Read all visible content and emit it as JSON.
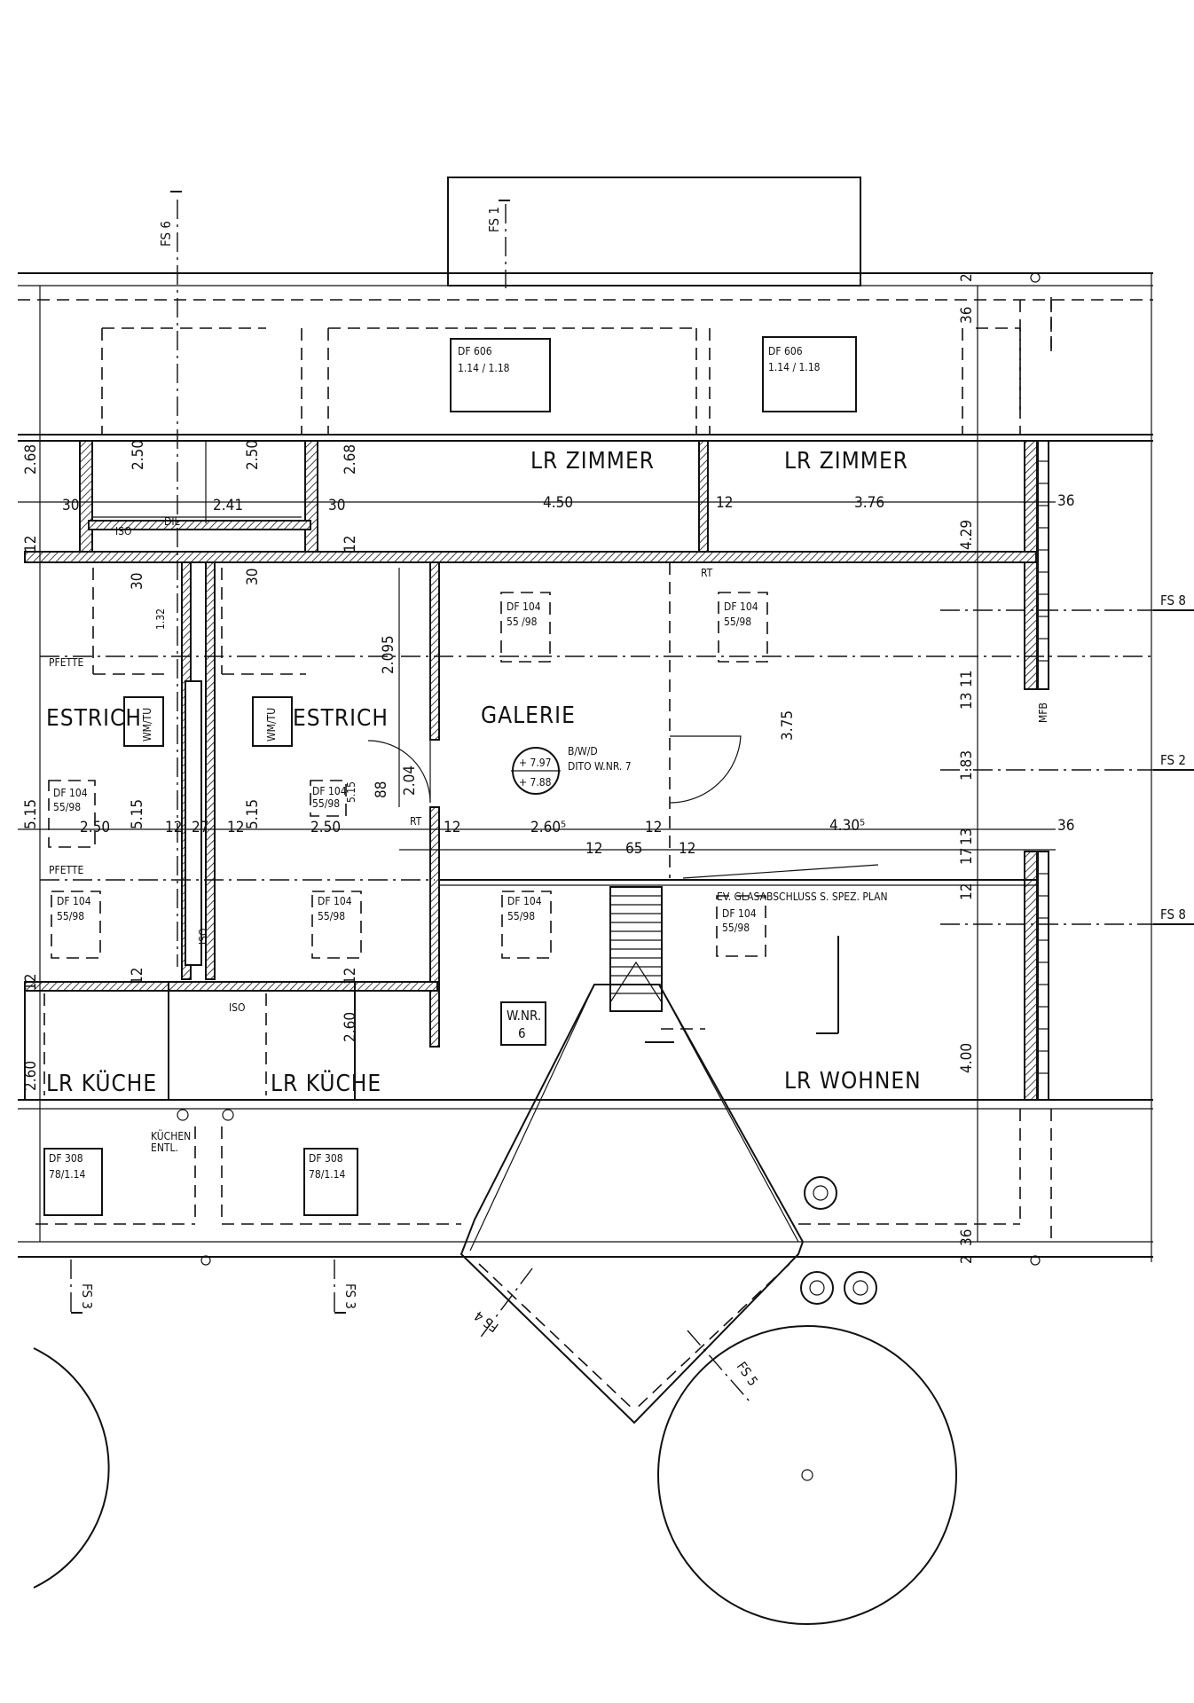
{
  "rooms": {
    "lr_zimmer_1": "LR ZIMMER",
    "lr_zimmer_2": "LR ZIMMER",
    "estrich_1": "ESTRICH",
    "estrich_2": "ESTRICH",
    "galerie": "GALERIE",
    "lr_kueche_1": "LR KÜCHE",
    "lr_kueche_2": "LR KÜCHE",
    "lr_wohnen": "LR WOHNEN"
  },
  "windows": {
    "df606_a": [
      "DF 606",
      "1.14 / 1.18"
    ],
    "df606_b": [
      "DF 606",
      "1.14 / 1.18"
    ],
    "df104_galerie": [
      "DF 104",
      "55 /98"
    ],
    "df104_right": [
      "DF 104",
      "55/98"
    ],
    "df104_est1_upper": [
      "DF 104",
      "55/98"
    ],
    "df104_est2_upper": [
      "DF 104",
      "55/98"
    ],
    "df104_est1_lower": [
      "DF 104",
      "55/98"
    ],
    "df104_est2_lower": [
      "DF 104",
      "55/98"
    ],
    "df104_mid_lower": [
      "DF 104",
      "55/98"
    ],
    "df104_glas": [
      "DF 104",
      "55/98"
    ],
    "df308_a": [
      "DF 308",
      "78/1.14"
    ],
    "df308_b": [
      "DF 308",
      "78/1.14"
    ]
  },
  "section_marks": {
    "fs6": "FS 6",
    "fs1": "FS 1",
    "fs8_top": "FS 8",
    "fs2": "FS 2",
    "fs8_bottom": "FS 8",
    "fs3_left": "FS 3",
    "fs3_right": "FS 3",
    "fs4": "FS 4",
    "fs5": "FS 5"
  },
  "labels": {
    "wm_tu_1": "WM/TU",
    "wm_tu_2": "WM/TU",
    "pfette_1": "PFETTE",
    "pfette_2": "PFETTE",
    "dil": "DIL",
    "iso_1": "ISO",
    "iso_2": "ISO",
    "iso_3": "ISO",
    "rt_1": "RT",
    "rt_2": "RT",
    "mfb": "MFB",
    "kuechen_entl_1": "KÜCHEN",
    "kuechen_entl_2": "ENTL.",
    "bwd_1": "B/W/D",
    "bwd_2": "DITO W.NR. 7",
    "level_1": "+ 7.97",
    "level_2": "+ 7.88",
    "glas": "EV. GLASABSCHLUSS S. SPEZ. PLAN",
    "wnr_1": "W.NR.",
    "wnr_2": "6"
  },
  "dimensions": {
    "d268_l": "2.68",
    "d268_r": "2.68",
    "d250_l": "2.50",
    "d250_r": "2.50",
    "d30_a": "30",
    "d241": "2.41",
    "d30_b": "30",
    "d450": "4.50",
    "d12_a": "12",
    "d376": "3.76",
    "d36_a": "36",
    "d12_b": "12",
    "d12_c": "12",
    "d429": "4.29",
    "d30_c": "30",
    "d30_d": "30",
    "d132": "1.32",
    "d2095": "2.095",
    "d204": "2.04",
    "d88": "88",
    "d375": "3.75",
    "d13_a": "13",
    "d11": "11",
    "d183": "1.83",
    "d515_a": "5.15",
    "d250_c": "2.50",
    "d515_b": "5.15",
    "d12_d": "12",
    "d27": "27",
    "d12_e": "12",
    "d515_c": "5.15",
    "d250_d": "2.50",
    "d515_d": "5.15",
    "d12_f": "12",
    "d2605": "2.60⁵",
    "d12_g": "12",
    "d4305": "4.30⁵",
    "d36_b": "36",
    "d12_h": "12",
    "d65": "65",
    "d12_i": "12",
    "d17": "17",
    "d13_b": "13",
    "d12_j": "12",
    "d12_k": "12",
    "d12_l": "12",
    "d260": "2.60",
    "d400": "4.00",
    "d260_l": "2.60",
    "d36_c": "36",
    "d36_d": "36",
    "d2_a": "2",
    "d2_b": "2",
    "d12_m": "12"
  }
}
